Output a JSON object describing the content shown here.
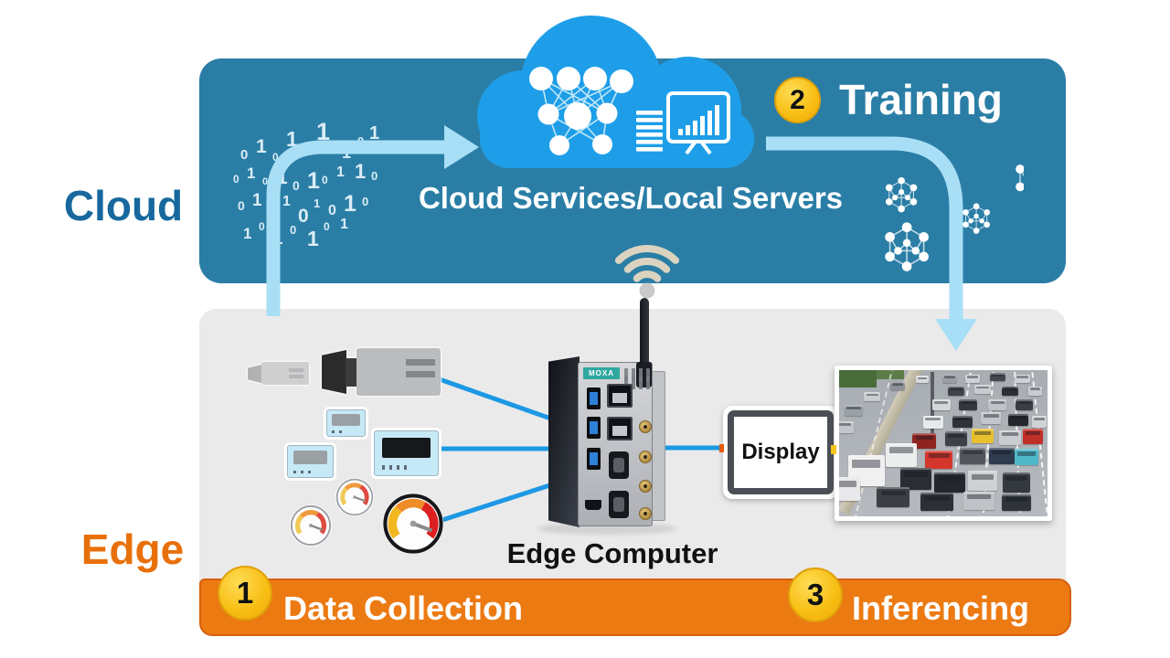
{
  "sections": {
    "cloud_label": "Cloud",
    "edge_label": "Edge"
  },
  "cloud_panel": {
    "title": "Cloud Services/Local Servers"
  },
  "edge_panel": {
    "computer_label": "Edge Computer",
    "display_label": "Display",
    "device_brand": "MOXA"
  },
  "steps": {
    "one": {
      "number": "1",
      "label": "Data Collection"
    },
    "two": {
      "number": "2",
      "label": "Training"
    },
    "three": {
      "number": "3",
      "label": "Inferencing"
    }
  },
  "icons": {
    "cloud": "cloud-icon",
    "neural_network": "neural-network-icon",
    "report_list": "report-list-icon",
    "monitor_chart": "monitor-chart-icon",
    "wifi": "wifi-icon",
    "molecule": "molecule-network-icon",
    "camera": "camera-icon",
    "meter": "meter-icon",
    "gauge": "gauge-icon",
    "up_arrow": "data-upload-arrow",
    "down_arrow": "model-download-arrow"
  },
  "colors": {
    "cloud_panel": "#2a7ea6",
    "cloud_shape": "#1e9ee9",
    "edge_panel": "#eaeaea",
    "step_bar": "#ec7a12",
    "badge_yellow": "#f7bd12",
    "arrow_blue": "#a9dff6",
    "line_blue": "#1c98e4",
    "cloud_word": "#17689e",
    "edge_word": "#e8700a"
  },
  "binary_digits": [
    [
      "0",
      263,
      162,
      15
    ],
    [
      "1",
      280,
      150,
      21
    ],
    [
      "0",
      298,
      166,
      12
    ],
    [
      "1",
      313,
      141,
      23
    ],
    [
      "0",
      330,
      158,
      16
    ],
    [
      "1",
      346,
      131,
      27
    ],
    [
      "0",
      360,
      152,
      13
    ],
    [
      "1",
      374,
      158,
      18
    ],
    [
      "0",
      391,
      148,
      13
    ],
    [
      "1",
      404,
      136,
      20
    ],
    [
      "0",
      255,
      190,
      12
    ],
    [
      "1",
      270,
      181,
      17
    ],
    [
      "0",
      287,
      194,
      11
    ],
    [
      "1",
      303,
      184,
      21
    ],
    [
      "0",
      320,
      196,
      14
    ],
    [
      "1",
      336,
      186,
      25
    ],
    [
      "0",
      352,
      191,
      12
    ],
    [
      "1",
      368,
      181,
      16
    ],
    [
      "1",
      388,
      177,
      22
    ],
    [
      "0",
      406,
      186,
      13
    ],
    [
      "0",
      260,
      218,
      14
    ],
    [
      "1",
      276,
      210,
      19
    ],
    [
      "0",
      293,
      222,
      12
    ],
    [
      "1",
      309,
      213,
      16
    ],
    [
      "0",
      326,
      226,
      21
    ],
    [
      "1",
      343,
      216,
      13
    ],
    [
      "0",
      359,
      223,
      16
    ],
    [
      "1",
      376,
      211,
      25
    ],
    [
      "0",
      396,
      214,
      13
    ],
    [
      "1",
      266,
      247,
      17
    ],
    [
      "0",
      283,
      242,
      12
    ],
    [
      "1",
      299,
      252,
      19
    ],
    [
      "0",
      317,
      245,
      13
    ],
    [
      "1",
      336,
      250,
      23
    ],
    [
      "0",
      354,
      242,
      12
    ],
    [
      "1",
      372,
      238,
      16
    ]
  ]
}
